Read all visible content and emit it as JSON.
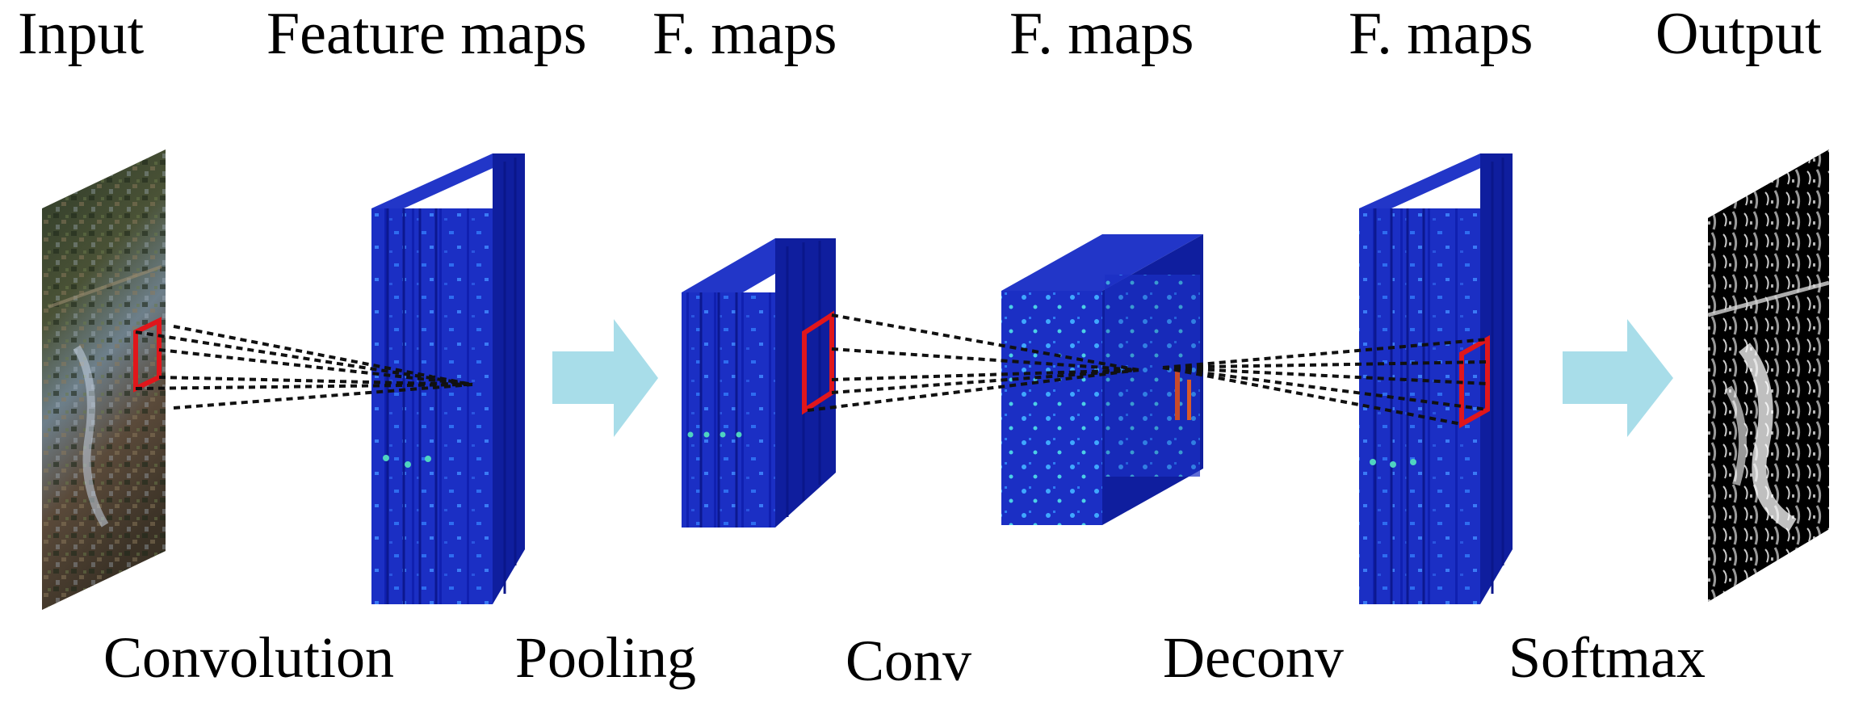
{
  "top_labels": {
    "input": "Input",
    "feature_maps": "Feature maps",
    "f_maps_1": "F. maps",
    "f_maps_2": "F. maps",
    "f_maps_3": "F. maps",
    "output": "Output"
  },
  "bottom_labels": {
    "convolution": "Convolution",
    "pooling": "Pooling",
    "conv": "Conv",
    "deconv": "Deconv",
    "softmax": "Softmax"
  },
  "colors": {
    "feature_map_blue": "#1a2ec8",
    "feature_map_dark": "#0a16a0",
    "arrow": "#a8dde9",
    "window": "#e0161b",
    "output_bg": "#000000",
    "output_fg": "#ffffff"
  }
}
